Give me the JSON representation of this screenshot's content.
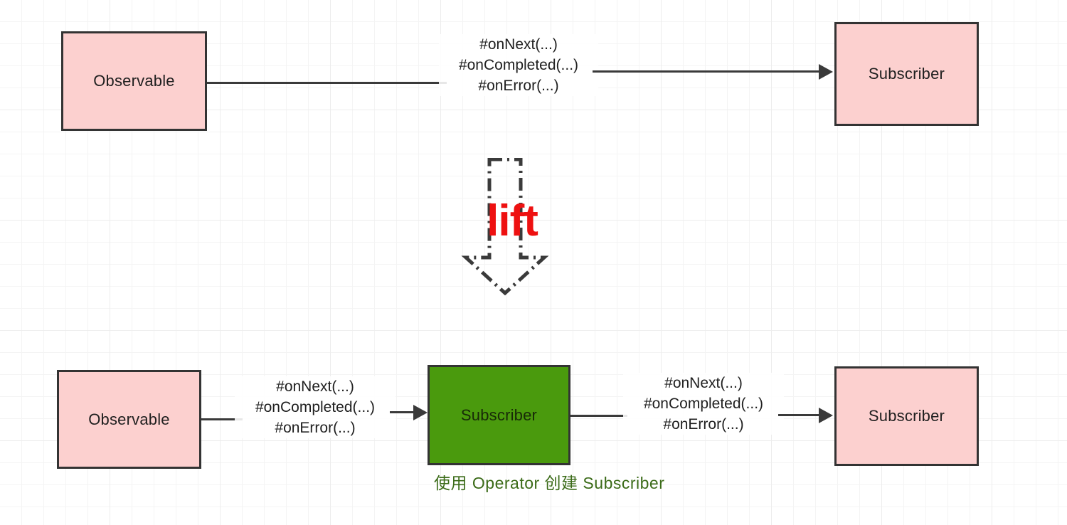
{
  "diagram": {
    "title": "RxJava lift operator diagram",
    "colors": {
      "node_pink": "#fcd0cf",
      "node_green": "#4a9a0d",
      "node_border": "#333333",
      "edge": "#3a3a3a",
      "lift_red": "#ee1111",
      "caption_green": "#3b6b18",
      "grid_line": "#ededed"
    },
    "top_row": {
      "source_node": {
        "label": "Observable"
      },
      "target_node": {
        "label": "Subscriber"
      },
      "edge_label": {
        "line1": "#onNext(...)",
        "line2": "#onCompleted(...)",
        "line3": "#onError(...)"
      }
    },
    "transform": {
      "label": "lift",
      "icon": "down-block-arrow-dashdot"
    },
    "bottom_row": {
      "source_node": {
        "label": "Observable"
      },
      "operator_node": {
        "label": "Subscriber"
      },
      "target_node": {
        "label": "Subscriber"
      },
      "left_edge_label": {
        "line1": "#onNext(...)",
        "line2": "#onCompleted(...)",
        "line3": "#onError(...)"
      },
      "right_edge_label": {
        "line1": "#onNext(...)",
        "line2": "#onCompleted(...)",
        "line3": "#onError(...)"
      },
      "operator_caption": "使用 Operator 创建 Subscriber"
    }
  }
}
